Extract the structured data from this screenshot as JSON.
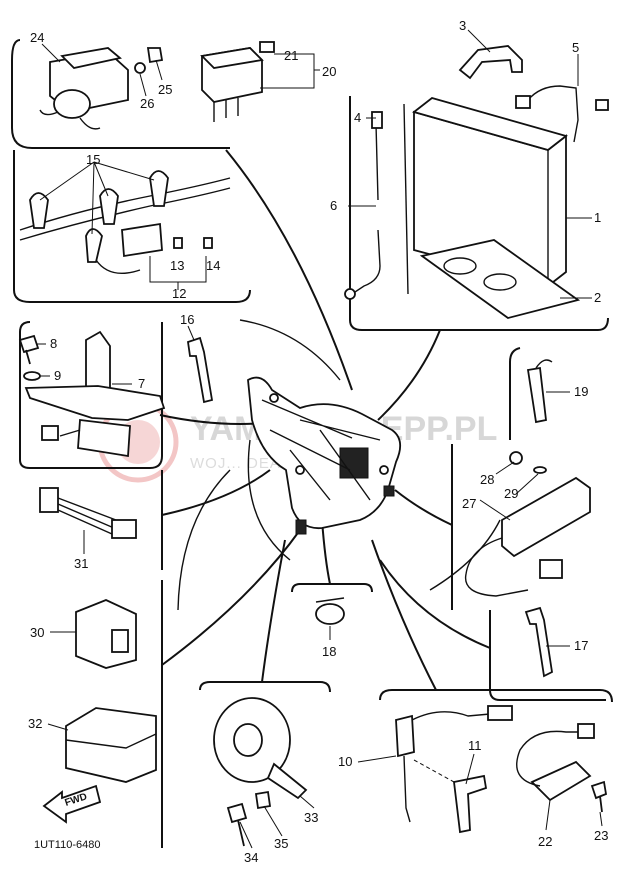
{
  "diagram": {
    "part_labels": [
      "1",
      "2",
      "3",
      "4",
      "5",
      "6",
      "7",
      "8",
      "9",
      "10",
      "11",
      "12",
      "13",
      "14",
      "15",
      "16",
      "17",
      "18",
      "19",
      "20",
      "21",
      "22",
      "23",
      "24",
      "25",
      "26",
      "27",
      "28",
      "29",
      "30",
      "31",
      "32",
      "33",
      "34",
      "35"
    ],
    "drawing_code": "1UT110-6480",
    "forward_marker": "FWD",
    "watermark_primary": "YAMOTOKLEPP.PL",
    "watermark_secondary": "WOJ... DEALER YAMAHA"
  }
}
